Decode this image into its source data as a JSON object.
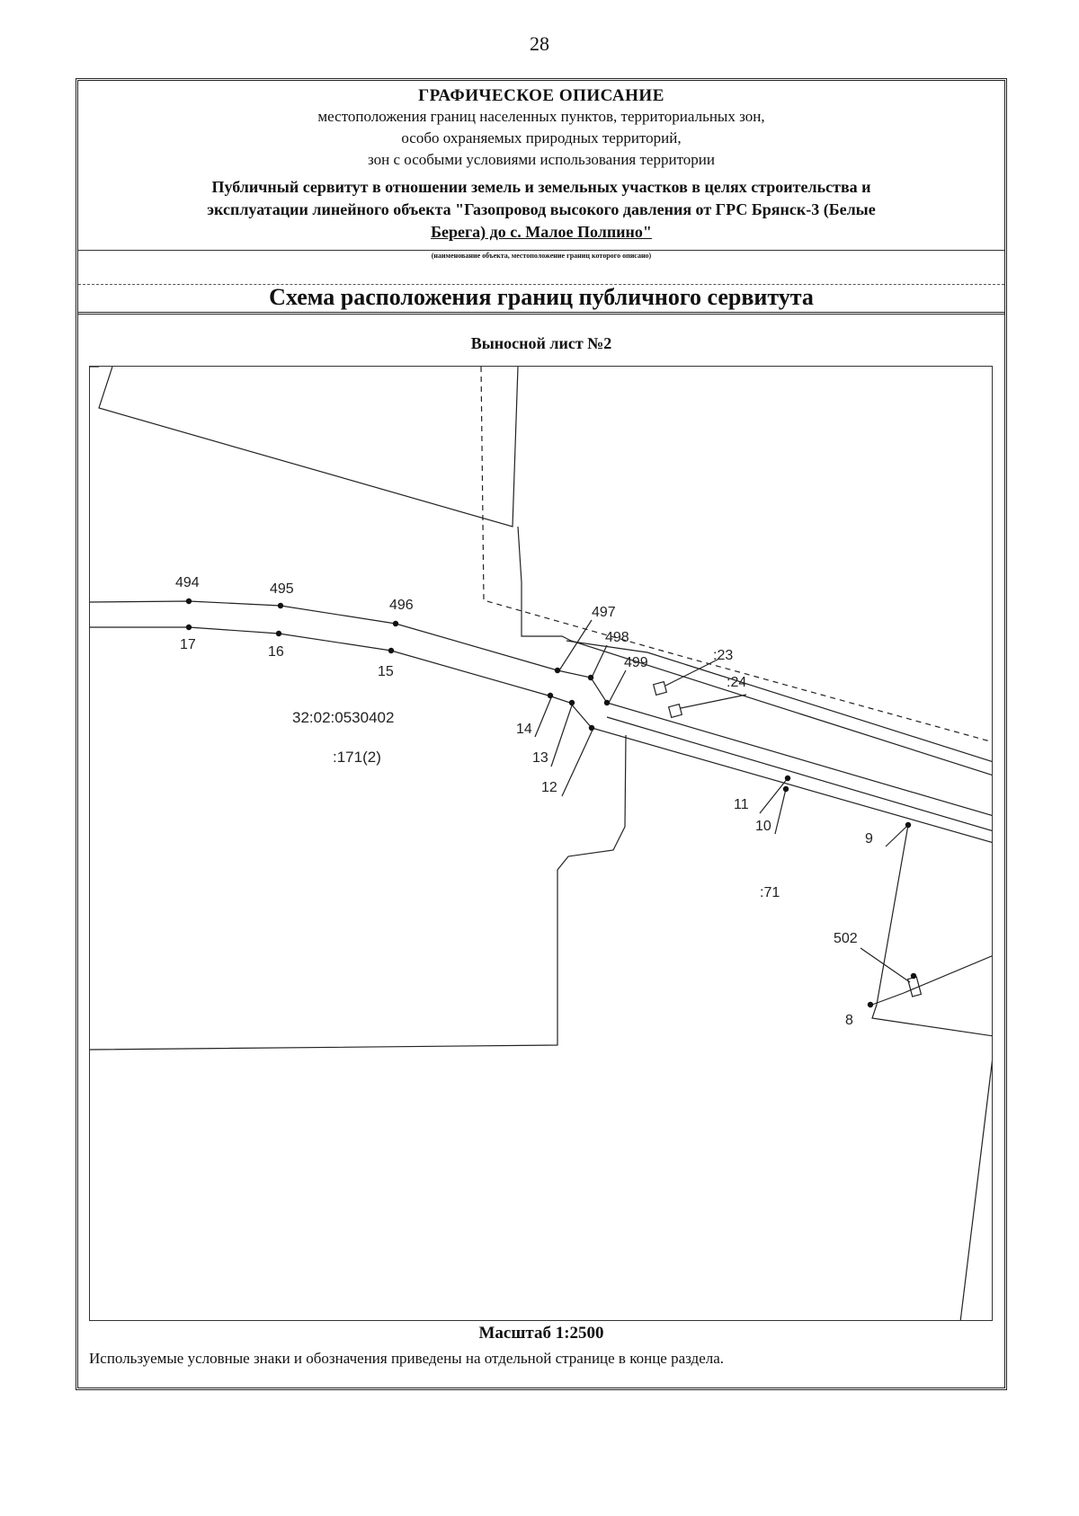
{
  "page_number": "28",
  "header": {
    "title": "ГРАФИЧЕСКОЕ ОПИСАНИЕ",
    "subtitle_line1": "местоположения границ населенных пунктов, территориальных зон,",
    "subtitle_line2": "особо охраняемых природных территорий,",
    "subtitle_line3": "зон с особыми условиями использования территории",
    "object_line1": "Публичный сервитут в отношении земель и земельных участков в целях строительства и",
    "object_line2": "эксплуатации линейного объекта \"Газопровод высокого давления от ГРС Брянск-3 (Белые",
    "object_line3": "Берега) до с. Малое Полпино\"",
    "object_caption": "(наименование объекта, местоположение границ которого описано)",
    "scheme_title": "Схема расположения границ публичного сервитута"
  },
  "map": {
    "sheet_label": "Выносной лист №2",
    "cadastral_quarter": "32:02:0530402",
    "parcels": [
      ":171(2)",
      ":71",
      ":23",
      ":24"
    ],
    "points_top": [
      "494",
      "495",
      "496",
      "497",
      "498",
      "499"
    ],
    "points_bottom": [
      "17",
      "16",
      "15",
      "14",
      "13",
      "12",
      "11",
      "10",
      "9",
      "8",
      "502"
    ],
    "scale": "Масштаб 1:2500"
  },
  "footer": {
    "note": "Используемые условные знаки и обозначения приведены на отдельной странице в конце раздела."
  }
}
